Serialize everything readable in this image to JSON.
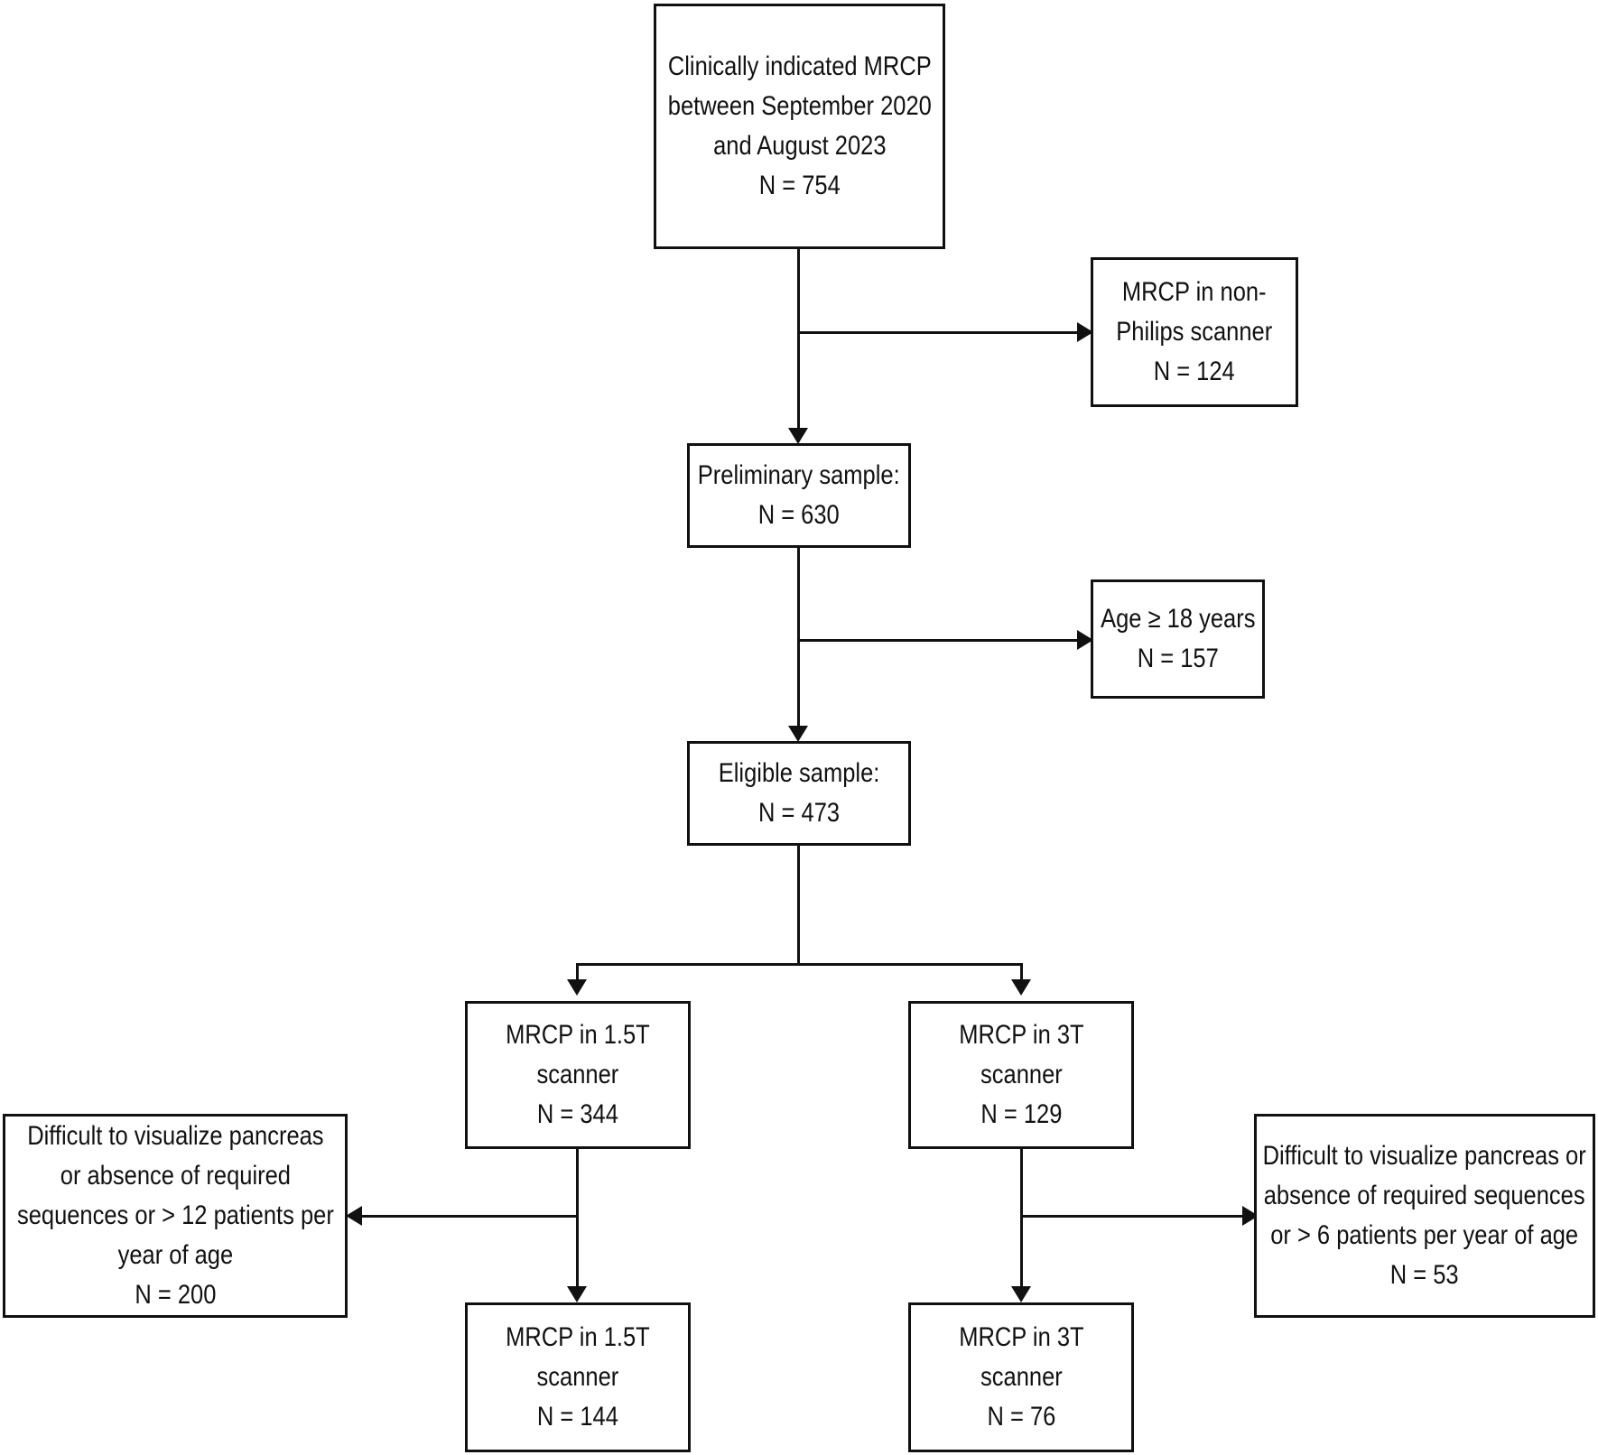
{
  "boxes": {
    "initial": {
      "lines": [
        "Clinically indicated MRCP",
        "between September 2020",
        "and August 2023",
        "N = 754"
      ]
    },
    "exclusion_scanner": {
      "lines": [
        "MRCP in non-",
        "Philips scanner",
        "N = 124"
      ]
    },
    "preliminary": {
      "lines": [
        "Preliminary sample:",
        "N = 630"
      ]
    },
    "exclusion_age": {
      "lines": [
        "Age ≥ 18 years",
        "N = 157"
      ]
    },
    "eligible": {
      "lines": [
        "Eligible sample:",
        "N = 473"
      ]
    },
    "mrcp_15t": {
      "lines": [
        "MRCP in 1.5T",
        "scanner",
        "N = 344"
      ]
    },
    "mrcp_3t": {
      "lines": [
        "MRCP in 3T",
        "scanner",
        "N = 129"
      ]
    },
    "exclusion_15t": {
      "lines": [
        "Difficult to visualize pancreas",
        "or absence of required",
        "sequences or > 12 patients per",
        "year of age",
        "N = 200"
      ]
    },
    "exclusion_3t": {
      "lines": [
        "Difficult to visualize pancreas or",
        "absence of required sequences",
        "or > 6 patients per year of age",
        "N = 53"
      ]
    },
    "final_15t": {
      "lines": [
        "MRCP in 1.5T",
        "scanner",
        "N = 144"
      ]
    },
    "final_3t": {
      "lines": [
        "MRCP in 3T",
        "scanner",
        "N = 76"
      ]
    }
  }
}
